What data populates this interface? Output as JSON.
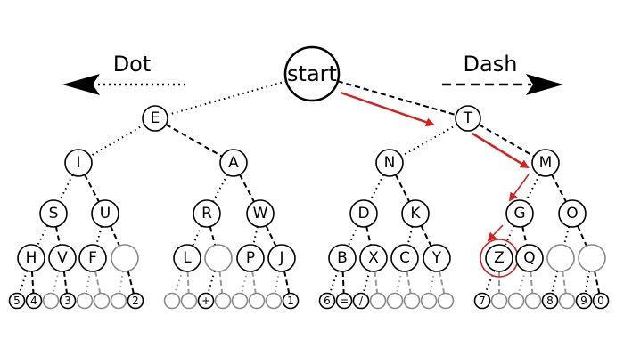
{
  "legend": {
    "dot_label": "Dot",
    "dash_label": "Dash"
  },
  "root_label": "start",
  "highlight_color": "#d62020",
  "nodes": {
    "E": "E",
    "T": "T",
    "I": "I",
    "A": "A",
    "N": "N",
    "M": "M",
    "S": "S",
    "U": "U",
    "R": "R",
    "W": "W",
    "D": "D",
    "K": "K",
    "G": "G",
    "O": "O",
    "H": "H",
    "V": "V",
    "F": "F",
    "U_": "",
    "L": "L",
    "A_": "",
    "P": "P",
    "J": "J",
    "B": "B",
    "X": "X",
    "C": "C",
    "Y": "Y",
    "Z": "Z",
    "Q": "Q",
    "O_": "",
    "M_": "",
    "L5_1": "5",
    "L5_2": "4",
    "L5_3": "",
    "L5_4": "3",
    "L5_5": "",
    "L5_6": "",
    "L5_7": "",
    "L5_8": "2",
    "L5_9": "",
    "L5_10": "",
    "L5_11": "+",
    "L5_12": "",
    "L5_13": "",
    "L5_14": "",
    "L5_15": "",
    "L5_16": "1",
    "L5_17": "6",
    "L5_18": "=",
    "L5_19": "/",
    "L5_20": "",
    "L5_21": "",
    "L5_22": "",
    "L5_23": "",
    "L5_24": "",
    "L5_25": "7",
    "L5_26": "",
    "L5_27": "",
    "L5_28": "",
    "L5_29": "8",
    "L5_30": "",
    "L5_31": "9",
    "L5_32": "0"
  }
}
